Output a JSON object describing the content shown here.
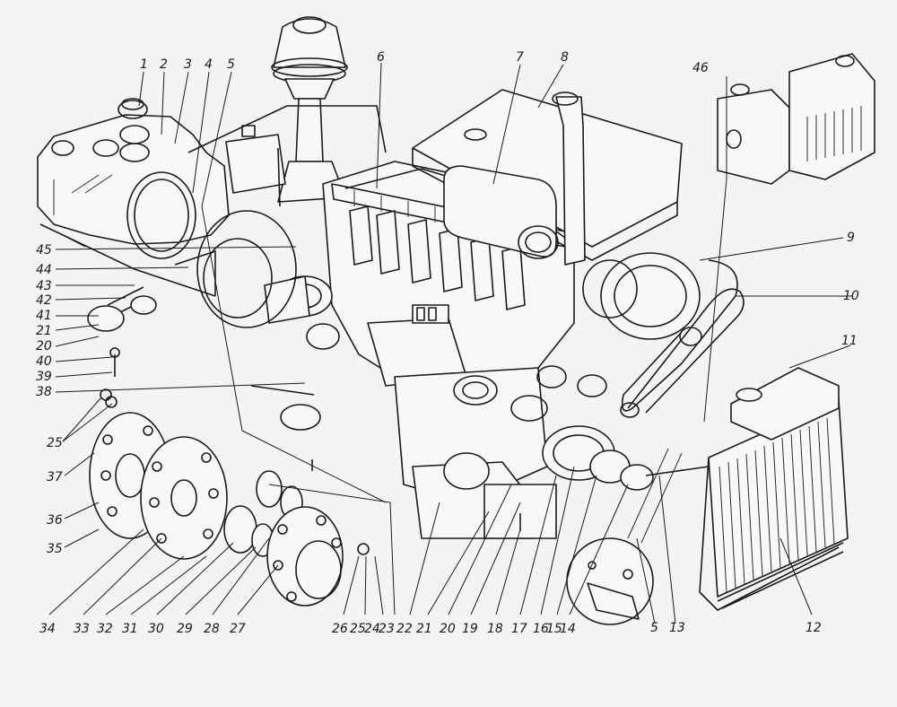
{
  "labels": {
    "l1": "1",
    "l2": "2",
    "l3": "3",
    "l4": "4",
    "l5": "5",
    "l6": "6",
    "l7": "7",
    "l8": "8",
    "l9": "9",
    "l10": "10",
    "l11": "11",
    "l12": "12",
    "l13": "13",
    "l14": "14",
    "l15": "15",
    "l16": "16",
    "l17": "17",
    "l18": "18",
    "l19": "19",
    "l20": "20",
    "l21": "21",
    "l22": "22",
    "l23": "23",
    "l24": "24",
    "l25": "25",
    "l26": "26",
    "l27": "27",
    "l28": "28",
    "l29": "29",
    "l30": "30",
    "l31": "31",
    "l32": "32",
    "l33": "33",
    "l34": "34",
    "l35": "35",
    "l36": "36",
    "l37": "37",
    "l38": "38",
    "l39": "39",
    "l40": "40",
    "l41": "41",
    "l42": "42",
    "l43": "43",
    "l44": "44",
    "l45": "45",
    "l46": "46",
    "l20b": "20",
    "l21b": "21",
    "l25b": "25",
    "l5b": "5"
  }
}
